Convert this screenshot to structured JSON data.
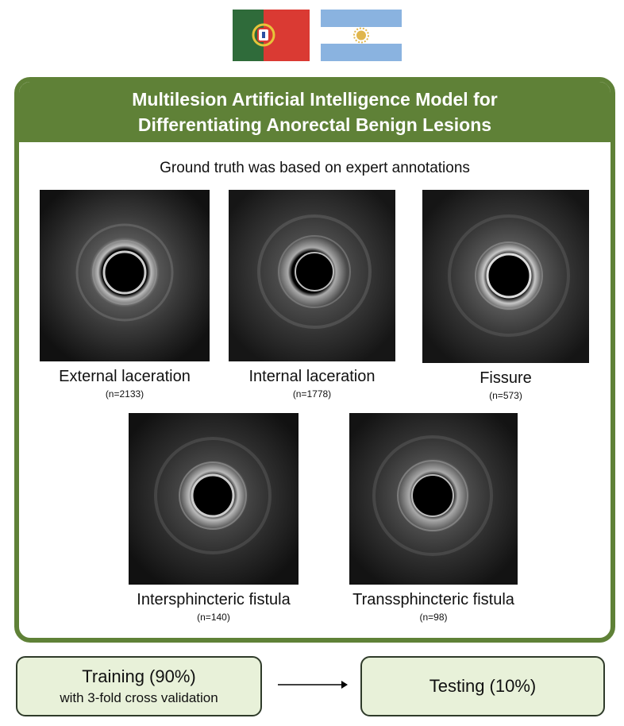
{
  "flags": [
    {
      "name": "Portugal",
      "colors": {
        "green": "#2f6b3a",
        "red": "#da3a33",
        "emblem": "#e8c43a"
      }
    },
    {
      "name": "Argentina",
      "colors": {
        "blue": "#8ab3e0",
        "white": "#ffffff",
        "sun": "#e0b64d"
      }
    }
  ],
  "header": {
    "title": "Multilesion Artificial Intelligence Model for Differentiating Anorectal Benign Lesions"
  },
  "subtitle": "Ground truth was based on expert annotations",
  "lesions": [
    {
      "label": "External laceration",
      "count": "(n=2133)"
    },
    {
      "label": "Internal laceration",
      "count": "(n=1778)"
    },
    {
      "label": "Fissure",
      "count": "(n=573)"
    },
    {
      "label": "Intersphincteric fistula",
      "count": "(n=140)"
    },
    {
      "label": "Transsphincteric fistula",
      "count": "(n=98)"
    }
  ],
  "training": {
    "title": "Training (90%)",
    "subtitle": "with 3-fold cross validation"
  },
  "testing": {
    "title": "Testing (10%)"
  },
  "colors": {
    "accent_green": "#5f8137",
    "box_fill": "#e8f1d9",
    "box_border": "#2f3b2a"
  }
}
